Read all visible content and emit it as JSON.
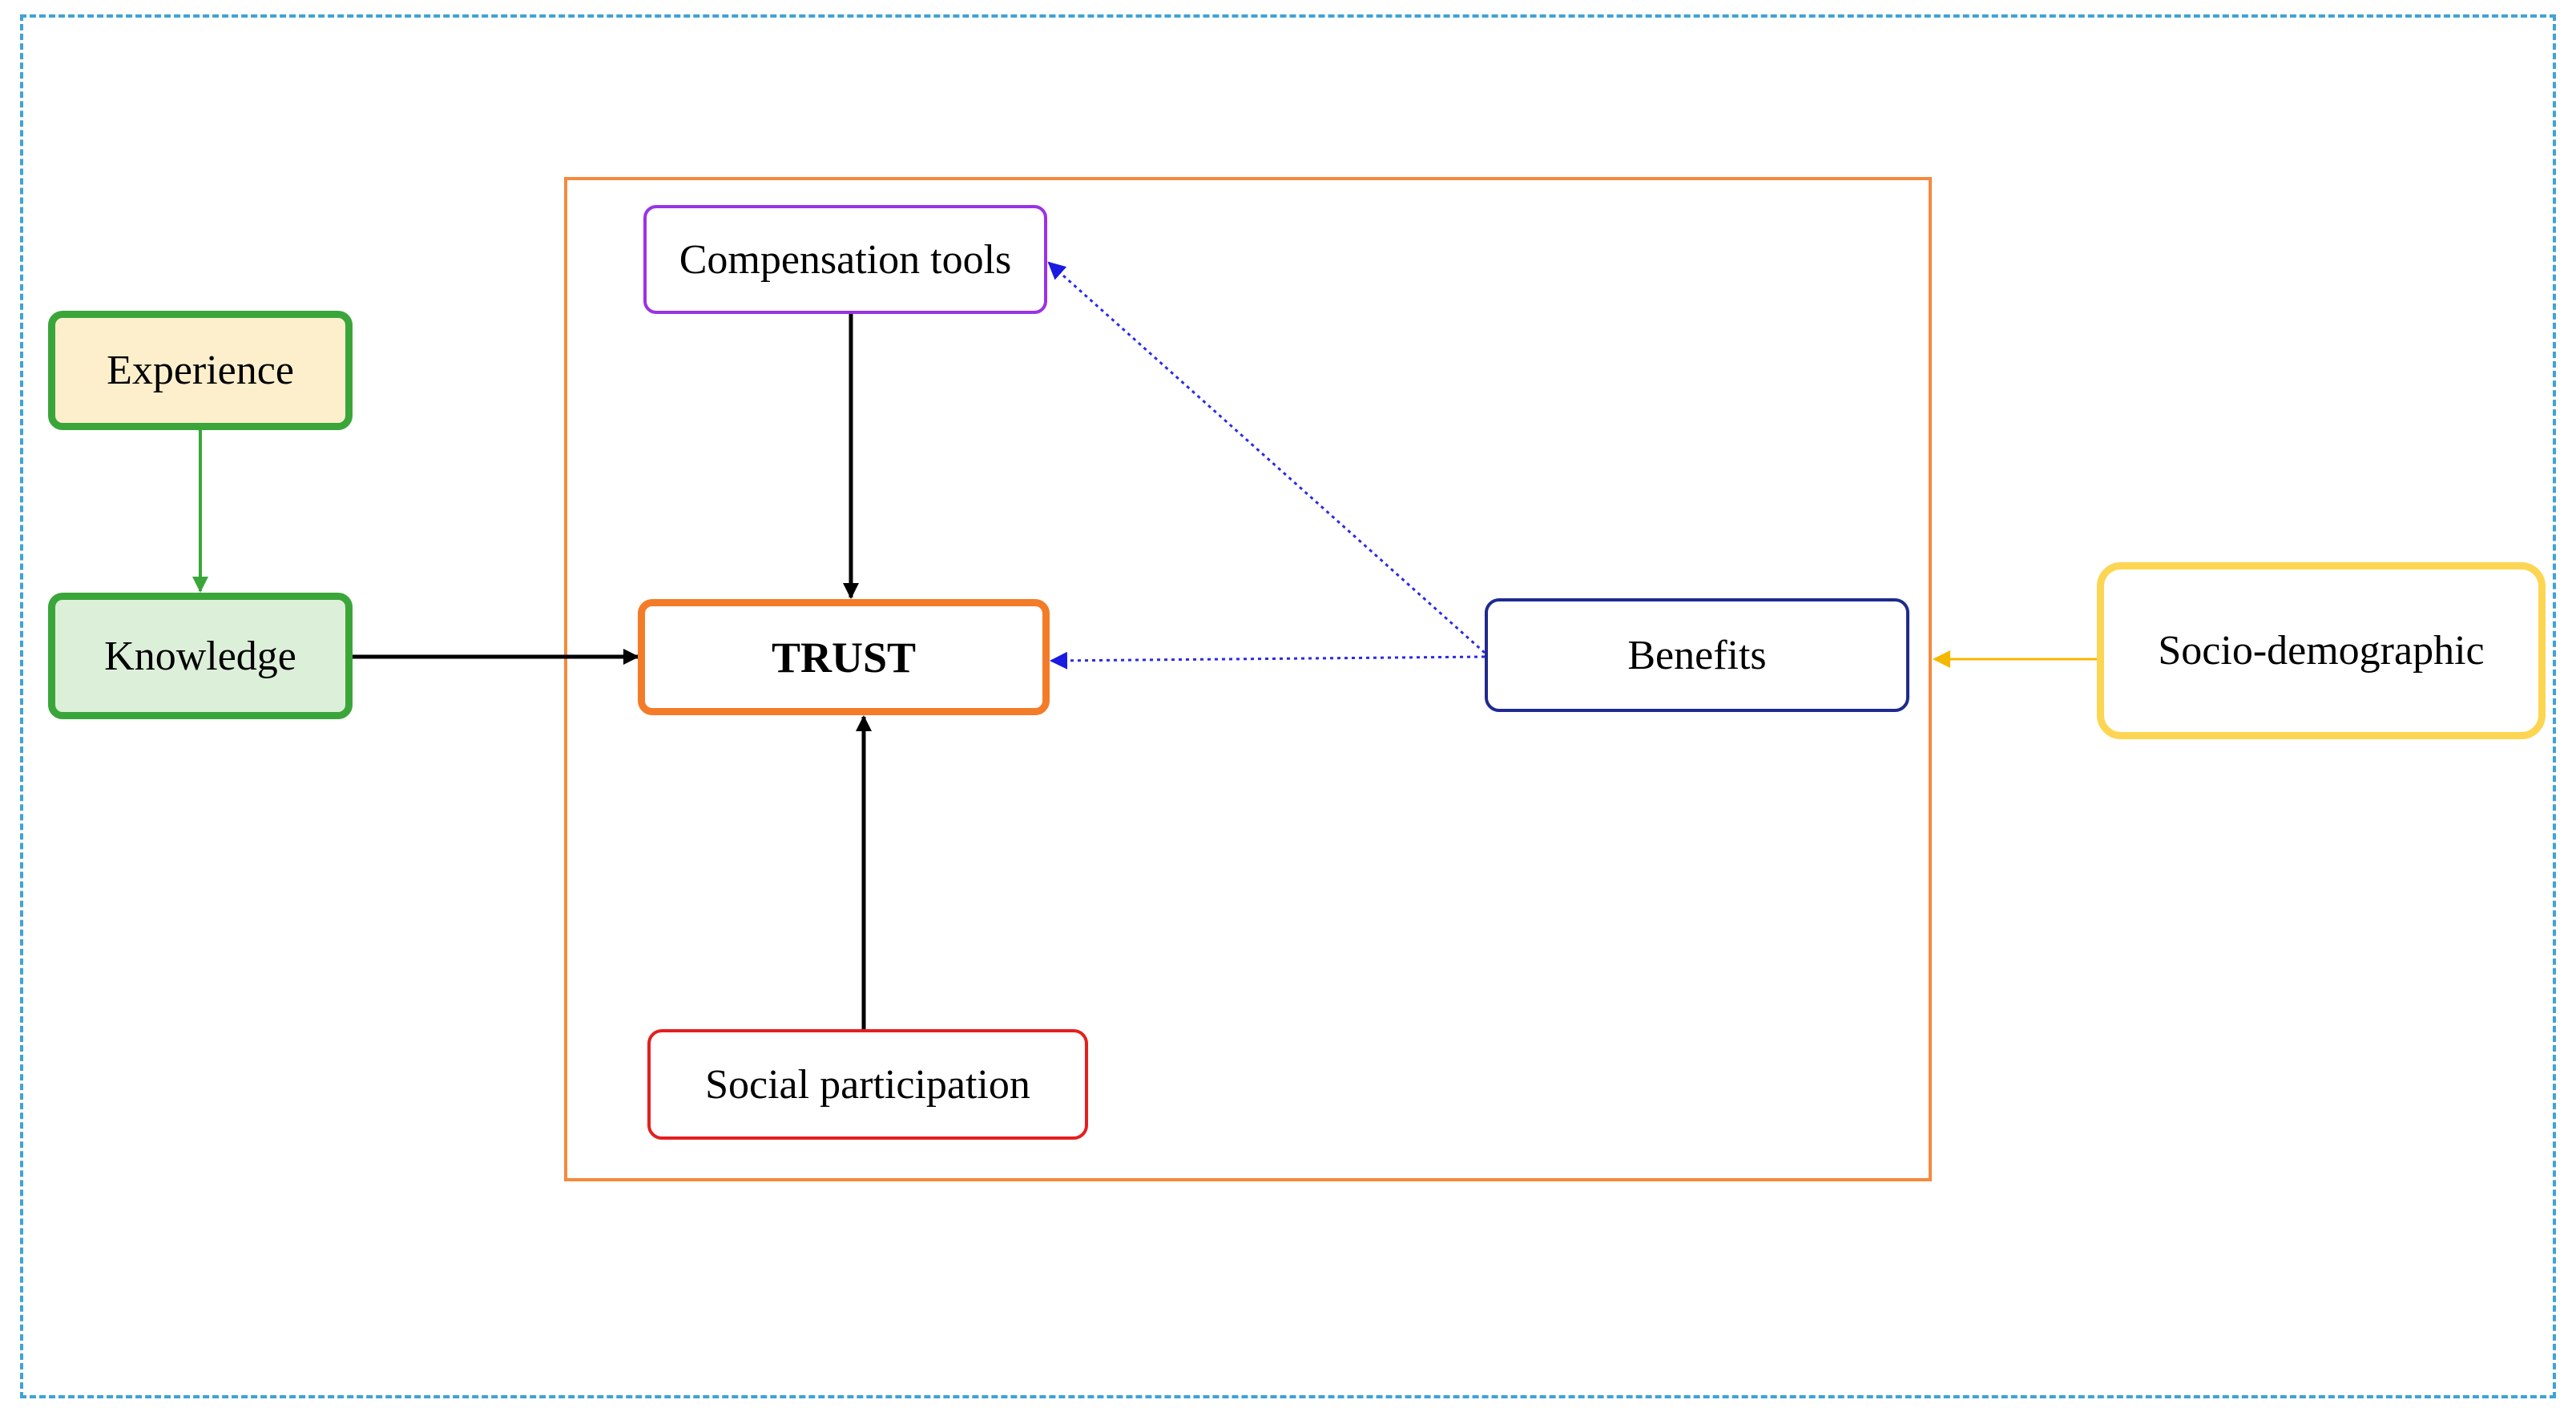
{
  "diagram": {
    "nodes": {
      "experience": {
        "label": "Experience",
        "fill": "#fdefcb",
        "stroke": "#3aa63a"
      },
      "knowledge": {
        "label": "Knowledge",
        "fill": "#dcefd9",
        "stroke": "#3aa63a"
      },
      "compensation_tools": {
        "label": "Compensation tools",
        "fill": "#ffffff",
        "stroke": "#9b32e6"
      },
      "trust": {
        "label": "TRUST",
        "fill": "#ffffff",
        "stroke": "#f47c28"
      },
      "benefits": {
        "label": "Benefits",
        "fill": "#ffffff",
        "stroke": "#1f2a8f"
      },
      "social_participation": {
        "label": "Social participation",
        "fill": "#ffffff",
        "stroke": "#e41f1f"
      },
      "socio_demographic": {
        "label": "Socio-demographic",
        "fill": "#ffffff",
        "stroke": "#fcd653"
      }
    },
    "edges": [
      {
        "from": "experience",
        "to": "knowledge",
        "style": "solid",
        "color": "#3aa63a"
      },
      {
        "from": "knowledge",
        "to": "trust",
        "style": "solid",
        "color": "#000000"
      },
      {
        "from": "compensation_tools",
        "to": "trust",
        "style": "solid",
        "color": "#000000"
      },
      {
        "from": "social_participation",
        "to": "trust",
        "style": "solid",
        "color": "#000000"
      },
      {
        "from": "benefits",
        "to": "trust",
        "style": "dotted",
        "color": "#2a2ae6"
      },
      {
        "from": "benefits",
        "to": "compensation_tools",
        "style": "dotted",
        "color": "#2a2ae6"
      },
      {
        "from": "socio_demographic",
        "to": "benefits",
        "style": "solid",
        "color": "#f5b800"
      }
    ],
    "colors": {
      "outer_frame": "#3fa3d6",
      "inner_frame": "#f58a3d"
    }
  }
}
